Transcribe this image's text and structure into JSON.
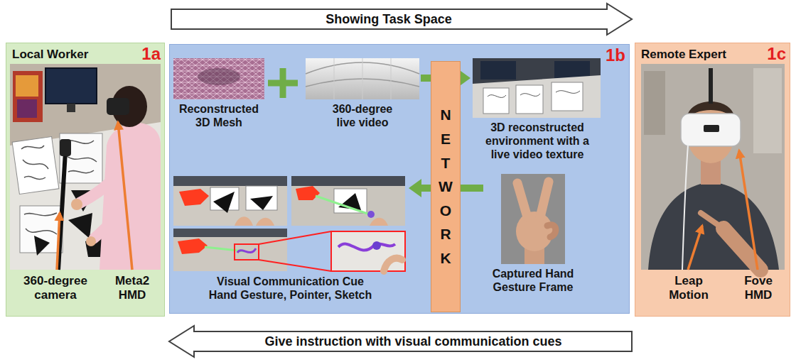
{
  "diagram": {
    "nodes": [
      {
        "text": [
          "Showing Task Space"
        ]
      },
      {
        "text": [
          "Local Worker",
          "1a"
        ]
      },
      {
        "text": [
          "1b"
        ]
      },
      {
        "text": [
          "Reconstructed 3D Mesh"
        ],
        "in": 2
      },
      {
        "text": [
          "360-degree live video"
        ],
        "in": 2
      },
      {
        "text": [
          "3D reconstructed environment with a live video texture"
        ],
        "in": 2
      },
      {
        "text": [
          "NETWORK"
        ],
        "in": 2
      },
      {
        "text": [
          "Visual Communication Cue Hand Gesture, Pointer, Sketch"
        ],
        "in": 2
      },
      {
        "text": [
          "Captured Hand Gesture Frame"
        ],
        "in": 2
      },
      {
        "text": [
          "Remote Expert",
          "1c"
        ]
      },
      {
        "text": [
          "Give instruction with visual communication cues"
        ]
      }
    ],
    "edges": [
      {
        "from": 4,
        "to": 5,
        "arrow": "to"
      },
      {
        "from": 8,
        "to": 7,
        "arrow": "to"
      }
    ],
    "labels": [
      "360-degree camera",
      "Meta2 HMD",
      "Leap Motion",
      "Fove HMD"
    ]
  }
}
